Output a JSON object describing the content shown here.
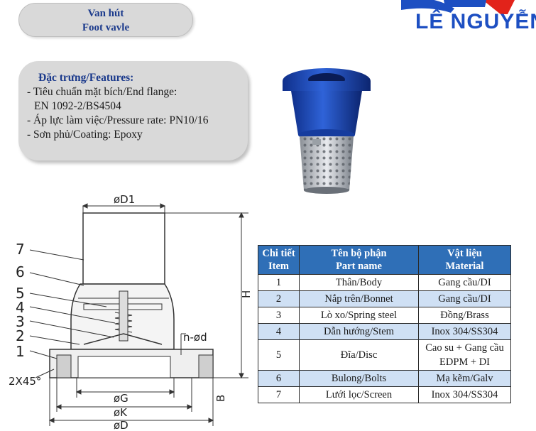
{
  "header": {
    "title_vi": "Van hút",
    "title_en": "Foot vavle"
  },
  "logo": {
    "text": "LÊ NGUYỄN"
  },
  "features": {
    "title": "Đặc trưng/Features:",
    "items": [
      "- Tiêu chuẩn mặt bích/End flange:",
      "  EN 1092-2/BS4504",
      "- Áp lực làm việc/Pressure rate: PN10/16",
      "- Sơn phủ/Coating: Epoxy"
    ]
  },
  "drawing": {
    "dims": {
      "d1": "øD1",
      "h": "H",
      "nd": "n-ød",
      "g": "øG",
      "k": "øK",
      "d": "øD",
      "b": "B",
      "chamfer": "2X45°"
    },
    "callouts": [
      "1",
      "2",
      "3",
      "4",
      "5",
      "6",
      "7"
    ]
  },
  "table": {
    "headers": [
      {
        "vi": "Chi tiết",
        "en": "Item"
      },
      {
        "vi": "Tên bộ phận",
        "en": "Part name"
      },
      {
        "vi": "Vật liệu",
        "en": "Material"
      }
    ],
    "rows": [
      {
        "item": "1",
        "part": "Thân/Body",
        "material": "Gang cầu/DI",
        "alt": false
      },
      {
        "item": "2",
        "part": "Nắp trên/Bonnet",
        "material": "Gang cầu/DI",
        "alt": true
      },
      {
        "item": "3",
        "part": "Lò xo/Spring steel",
        "material": "Đồng/Brass",
        "alt": false
      },
      {
        "item": "4",
        "part": "Dẫn hướng/Stem",
        "material": "Inox 304/SS304",
        "alt": true
      },
      {
        "item": "5",
        "part": "Đĩa/Disc",
        "material": "Cao su + Gang cầu EDPM + DI",
        "alt": false
      },
      {
        "item": "6",
        "part": "Bulong/Bolts",
        "material": "Mạ kẽm/Galv",
        "alt": true
      },
      {
        "item": "7",
        "part": "Lưới lọc/Screen",
        "material": "Inox 304/SS304",
        "alt": false
      }
    ]
  },
  "colors": {
    "brand_blue": "#1d4fc2",
    "header_blue": "#2f6fb7",
    "alt_row": "#cfe0f4",
    "panel_gray": "#d9d9d9",
    "title_blue": "#1b3a8c"
  }
}
